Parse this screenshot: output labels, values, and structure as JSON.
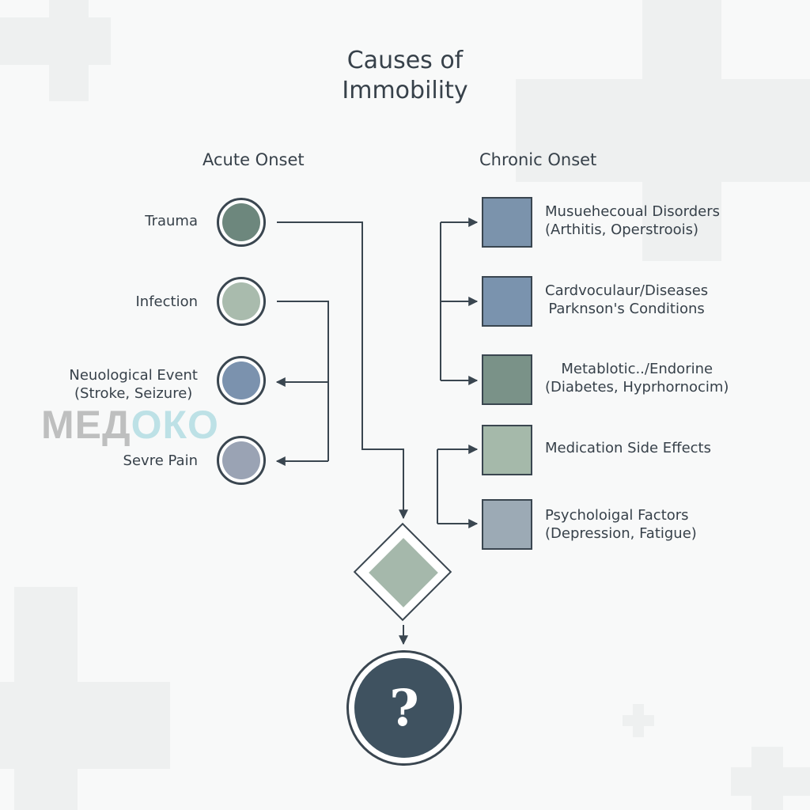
{
  "title": "Causes of\nImmobility",
  "acute": {
    "heading": "Acute Onset",
    "items": [
      {
        "label": "Trauma",
        "color": "#6d877d"
      },
      {
        "label": "Infection",
        "color": "#a9bbad"
      },
      {
        "label": "Neuological Event\n(Stroke, Seizure)",
        "color": "#7b92ae"
      },
      {
        "label": "Sevre Pain",
        "color": "#9aa3b4"
      }
    ]
  },
  "chronic": {
    "heading": "Chronic Onset",
    "items": [
      {
        "label": "Musuehecoual Disorders\n(Arthitis, Operstroois)",
        "color": "#7b93ac"
      },
      {
        "label": "Cardvoculaur/Diseases\nParknson's Conditions",
        "color": "#7a93ae"
      },
      {
        "label": "Metablotic../Endorine\n(Diabetes, Hyprhornocim)",
        "color": "#7a9288"
      },
      {
        "label": "Medication Side Effects",
        "color": "#a5b9aa"
      },
      {
        "label": "Psycholoigal Factors\n(Depression, Fatigue)",
        "color": "#9caab5"
      }
    ]
  },
  "outcome": {
    "symbol": "?"
  },
  "watermark": {
    "part1": "МЕД",
    "part2": "ОКО"
  },
  "colors": {
    "line": "#3a4650",
    "diamond": "#a5b8ab",
    "outcome": "#3f5260"
  }
}
